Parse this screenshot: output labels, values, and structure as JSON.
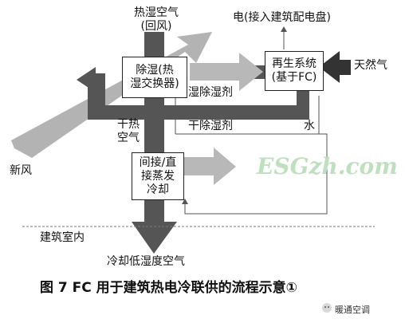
{
  "labels": {
    "top_air": "热湿空气\n(回风)",
    "electricity": "电(接入建筑配电盘)",
    "natural_gas": "天然气",
    "wet_desiccant": "湿除湿剂",
    "dry_desiccant": "干除湿剂",
    "water": "水",
    "dry_hot_air": "干热\n空气",
    "fresh_air": "新风",
    "indoor": "建筑室内",
    "output_air": "冷却低湿度空气"
  },
  "boxes": {
    "dehumidify": "除湿(热\n湿交换器)",
    "regen": "再生系统\n(基于FC)",
    "cooling": "间接/直\n接蒸发\n冷却"
  },
  "caption": "图 7   FC 用于建筑热电冷联供的流程示意①",
  "watermark": "ESGzh.com",
  "brand": "暖通空调"
}
